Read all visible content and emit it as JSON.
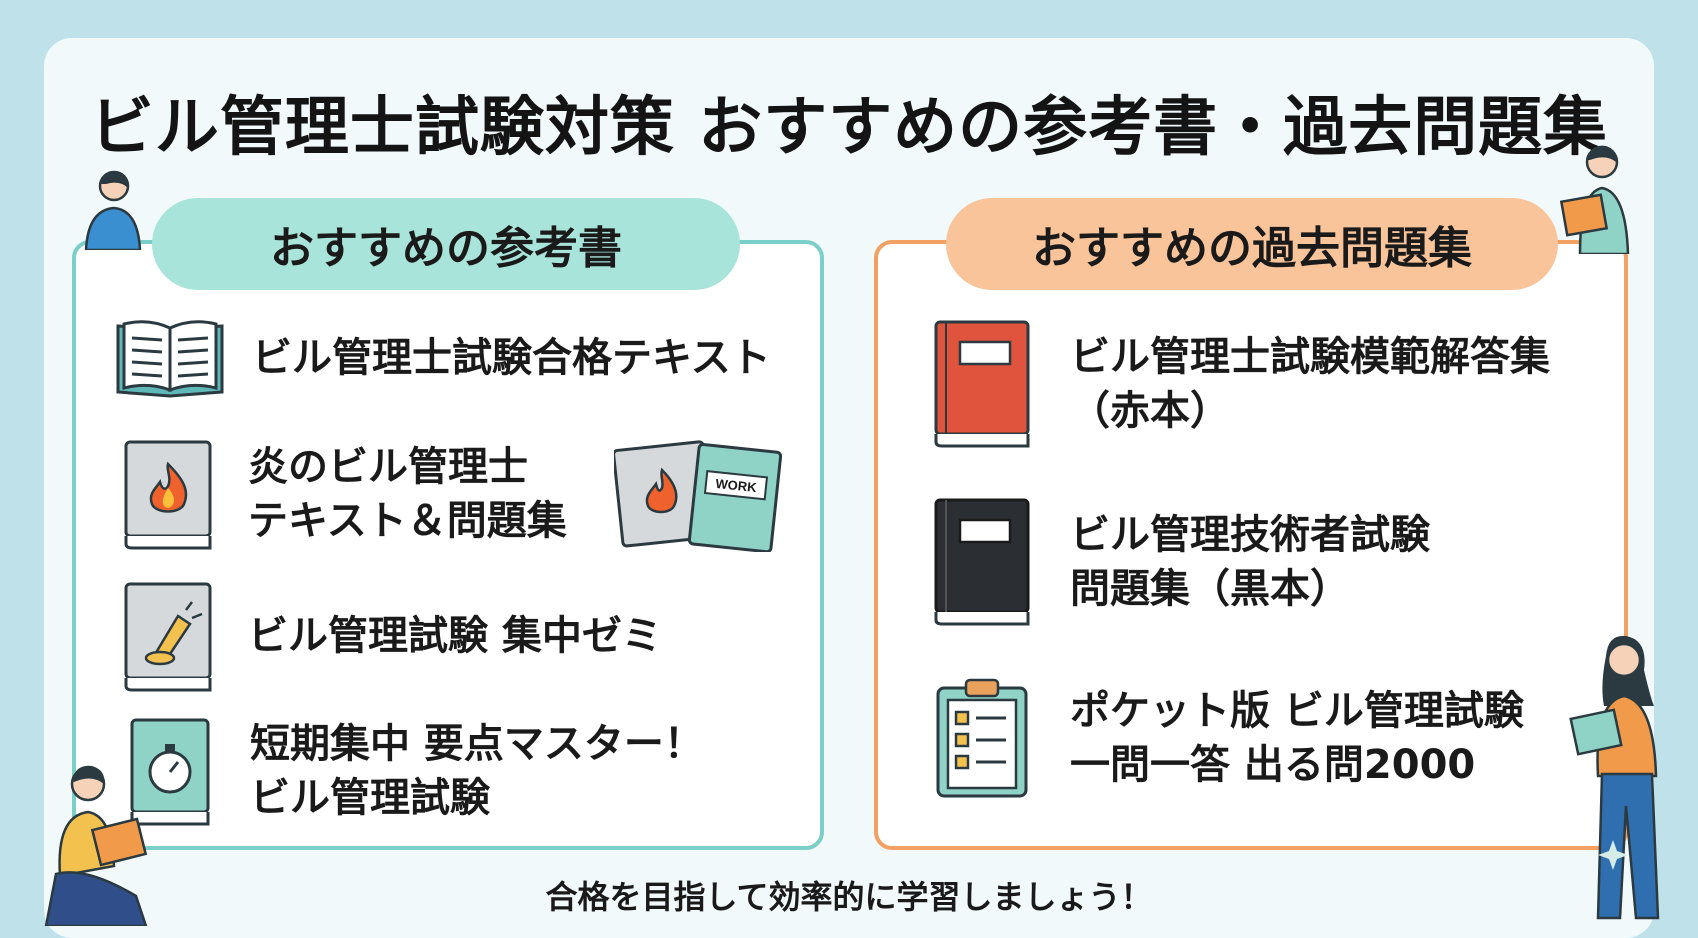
{
  "title": "ビル管理士試験対策 おすすめの参考書・過去問題集",
  "left_panel": {
    "heading": "おすすめの参考書",
    "items": [
      {
        "label": "ビル管理士試験合格テキスト",
        "icon": "open-book-icon"
      },
      {
        "label": "炎のビル管理士\nテキスト＆問題集",
        "icon": "flame-book-icon"
      },
      {
        "label": "ビル管理試験 集中ゼミ",
        "icon": "spotlight-book-icon"
      },
      {
        "label": "短期集中 要点マスター！\nビル管理試験",
        "icon": "stopwatch-book-icon"
      }
    ],
    "work_book_label": "WORK"
  },
  "right_panel": {
    "heading": "おすすめの過去問題集",
    "items": [
      {
        "label": "ビル管理士試験模範解答集\n（赤本）",
        "icon": "red-book-icon"
      },
      {
        "label": "ビル管理技術者試験\n問題集（黒本）",
        "icon": "black-book-icon"
      },
      {
        "label": "ポケット版 ビル管理試験\n一問一答 出る問2000",
        "icon": "clipboard-checklist-icon"
      }
    ]
  },
  "footer": "合格を目指して効率的に学習しましょう！",
  "colors": {
    "teal": "#7ccfc8",
    "orange": "#f3a063",
    "red_book": "#e0533d",
    "black_book": "#2b2f33"
  }
}
